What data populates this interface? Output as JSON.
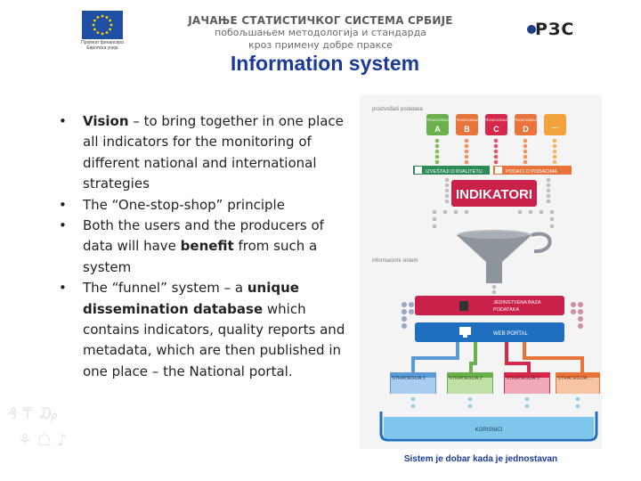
{
  "header": {
    "eu_caption_line1": "Пројекат финансира",
    "eu_caption_line2": "Европска унија",
    "title_line1": "ЈАЧАЊЕ СТАТИСТИЧКОГ СИСТЕМА СРБИЈЕ",
    "title_line2": "побољшањем методологија и стандарда",
    "title_line3": "кроз примену добре праксе",
    "logo_text": "РЗС"
  },
  "slide_title": "Information system",
  "bullets": [
    {
      "bold": "Vision",
      "text": " – to bring together in one place all indicators for the monitoring of different national and international strategies"
    },
    {
      "pre": "The “One-stop-shop” principle"
    },
    {
      "pre": "Both the users and the producers of data will have ",
      "bold": "benefit",
      "post": " from such a system"
    },
    {
      "pre": "The “funnel” system – a ",
      "bold": "unique dissemination database",
      "post": " which contains indicators, quality reports and metadata, which are then published in one place – the National portal."
    }
  ],
  "infographic": {
    "producers_label": "proizvođači podataka",
    "producer_label": "PROIZVOĐAČ",
    "producers": [
      "A",
      "B",
      "C",
      "D",
      "..."
    ],
    "metadata_label": "IZVEŠTAJI O KVALITETU",
    "quality_label": "PODACI O PODACIMA",
    "indicators_label": "INDIKATORI",
    "info_system_label": "informacioni sistem",
    "database_line1": "JEDINSTVENA BAZA",
    "database_line2": "PODATAKA",
    "portal_label": "WEB PORTAL",
    "strategies": [
      "STRATEGIJA 1",
      "STRATEGIJA 2",
      "STRATEGIJA 3",
      "STRATEGIJA ..."
    ],
    "users_label": "KORISNICI",
    "colors": {
      "green": "#6ab04c",
      "orange": "#e8743b",
      "red": "#d6284a",
      "blue": "#1f6fc0",
      "teal": "#39a7b5",
      "yellow": "#f2b705",
      "gray": "#9e9e9e"
    }
  },
  "caption": "Sistem je dobar kada je jednostavan"
}
